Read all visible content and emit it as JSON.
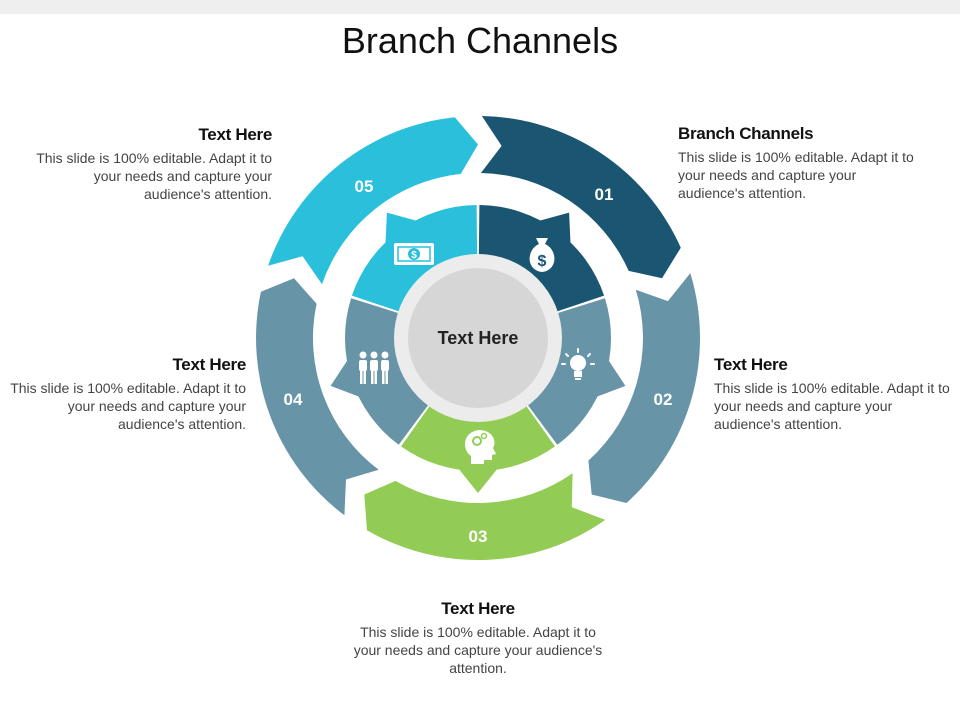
{
  "title": "Branch Channels",
  "center_label": "Text Here",
  "colors": {
    "s01": "#1a5672",
    "s02": "#6794a7",
    "s03": "#92cc55",
    "s04": "#6794a7",
    "s05": "#2ac0dc",
    "hub": "#d6d6d6"
  },
  "segments": [
    {
      "number": "01",
      "icon": "money-bag-icon"
    },
    {
      "number": "02",
      "icon": "lightbulb-icon"
    },
    {
      "number": "03",
      "icon": "head-gears-icon"
    },
    {
      "number": "04",
      "icon": "team-icon"
    },
    {
      "number": "05",
      "icon": "banknote-icon"
    }
  ],
  "blocks": {
    "b01": {
      "heading": "Branch Channels",
      "body": "This slide is 100% editable. Adapt it to your needs and capture your audience's attention."
    },
    "b02": {
      "heading": "Text Here",
      "body": "This slide is 100% editable. Adapt it to your needs and capture your audience's attention."
    },
    "b03": {
      "heading": "Text Here",
      "body": "This slide is 100% editable. Adapt it to your needs and capture your audience's attention."
    },
    "b04": {
      "heading": "Text Here",
      "body": "This slide is 100% editable. Adapt it to your needs and capture your audience's attention."
    },
    "b05": {
      "heading": "Text Here",
      "body": "This slide is 100% editable. Adapt it to your needs and capture your audience's attention."
    }
  }
}
